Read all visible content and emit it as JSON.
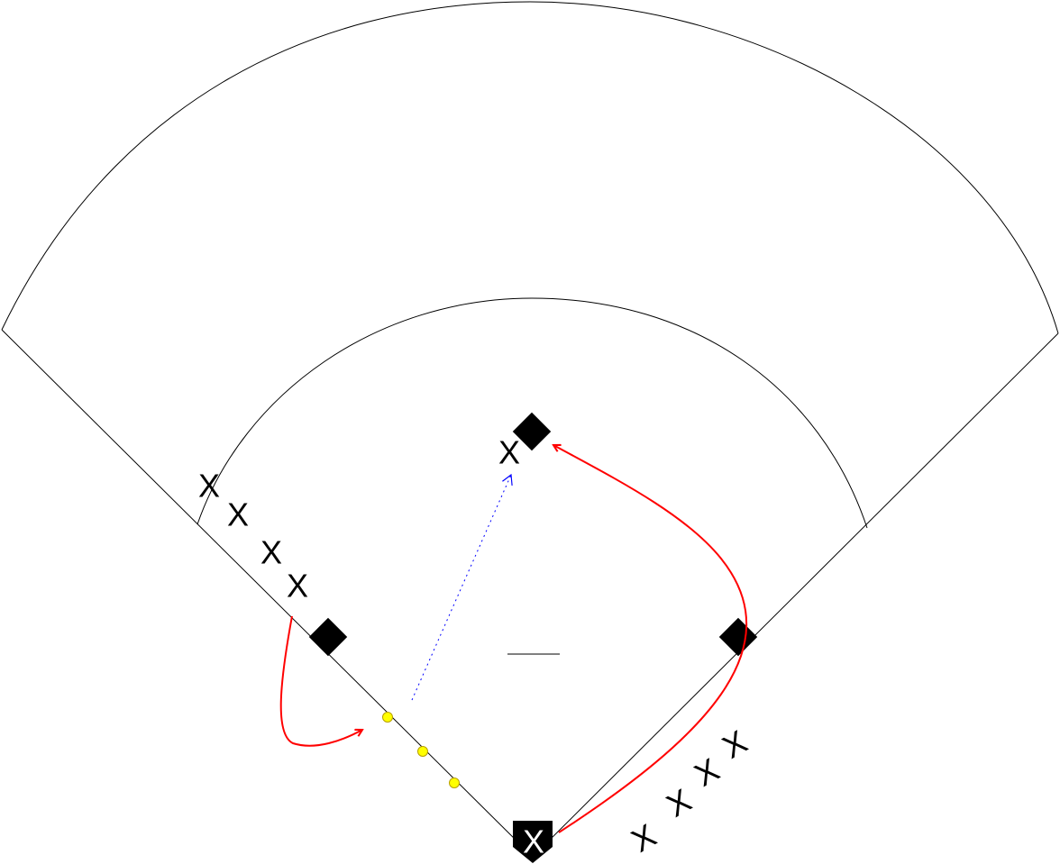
{
  "diagram": {
    "colors": {
      "lines": "#000000",
      "base": "#000000",
      "runner_path": "#ff0000",
      "throw_path": "#0000ff",
      "ball_fill": "#ffff00",
      "ball_stroke": "#b8a000",
      "batter_text": "#ffffff"
    },
    "player_mark": "X",
    "left_line_players": [
      "X",
      "X",
      "X",
      "X"
    ],
    "right_line_players": [
      "X",
      "X",
      "X",
      "X"
    ],
    "second_base_player": "X",
    "home_player": "X",
    "icons": {
      "base": "diamond-base-icon",
      "ball": "ball-dot-icon",
      "arrow": "open-arrowhead-icon"
    }
  }
}
